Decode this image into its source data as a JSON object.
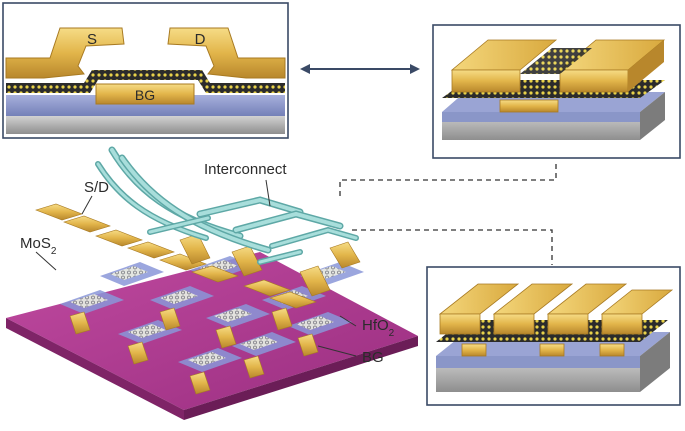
{
  "labels": {
    "source": "S",
    "drain": "D",
    "back_gate": "BG",
    "interconnect": "Interconnect",
    "source_drain": "S/D",
    "mos2_base": "MoS",
    "mos2_sub": "2",
    "hfo2_base": "HfO",
    "hfo2_sub": "2",
    "bg_layer": "BG"
  },
  "colors": {
    "gold": "#e2b54a",
    "gold_dark": "#a87a22",
    "gold_light": "#f4d77c",
    "dielectric": "#8a96c8",
    "substrate": "#b9b9b9",
    "substrate_dark": "#8e8e8e",
    "mos2_dots": "#e8d24a",
    "interconnect": "#8fcfcc",
    "interconnect_dark": "#5ea8a6",
    "chip_top": "#b0378f",
    "chip_side": "#7f2467",
    "frame": "#3a4a66"
  }
}
